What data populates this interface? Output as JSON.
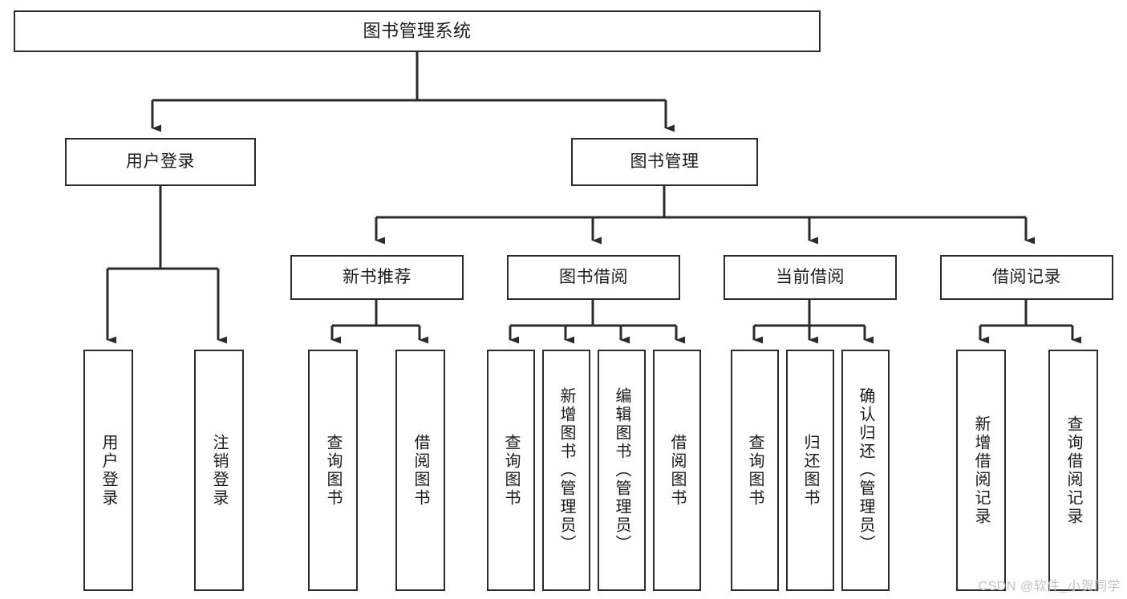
{
  "diagram": {
    "title": "图书管理系统",
    "type": "tree-hierarchy-chart",
    "background_color": "#ffffff",
    "line_color": "#2b2b2b",
    "box_border_color": "#2b2b2b",
    "box_fill_color": "#ffffff",
    "text_color": "#1b1b1b"
  },
  "watermark": {
    "text": "CSDN @软件_小贺同学",
    "color": "#c2c2c2"
  },
  "nodes": {
    "root": {
      "label": "图书管理系统"
    },
    "level2": [
      {
        "label": "用户登录"
      },
      {
        "label": "图书管理"
      }
    ],
    "level3": [
      {
        "label": "新书推荐"
      },
      {
        "label": "图书借阅"
      },
      {
        "label": "当前借阅"
      },
      {
        "label": "借阅记录"
      }
    ],
    "leaves_user_login": [
      {
        "label": "用户登录"
      },
      {
        "label": "注销登录"
      }
    ],
    "leaves_new_book": [
      {
        "label": "查询图书"
      },
      {
        "label": "借阅图书"
      }
    ],
    "leaves_borrow": [
      {
        "label": "查询图书"
      },
      {
        "label": "新增图书（管理员）"
      },
      {
        "label": "编辑图书（管理员）"
      },
      {
        "label": "借阅图书"
      }
    ],
    "leaves_current": [
      {
        "label": "查询图书"
      },
      {
        "label": "归还图书"
      },
      {
        "label": "确认归还（管理员）"
      }
    ],
    "leaves_record": [
      {
        "label": "新增借阅记录"
      },
      {
        "label": "查询借阅记录"
      }
    ]
  }
}
